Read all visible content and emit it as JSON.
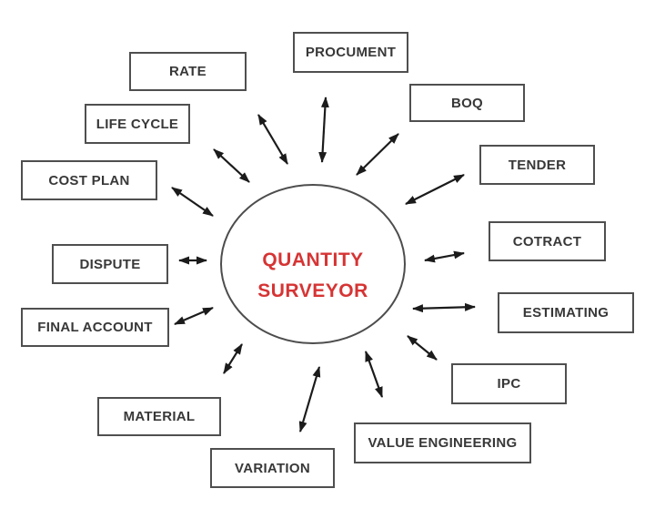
{
  "diagram": {
    "center": {
      "line1": "QUANTITY",
      "line2": "SURVEYOR"
    },
    "nodes": [
      {
        "label": "RATE"
      },
      {
        "label": "PROCUMENT"
      },
      {
        "label": "BOQ"
      },
      {
        "label": "TENDER"
      },
      {
        "label": "COTRACT"
      },
      {
        "label": "ESTIMATING"
      },
      {
        "label": "IPC"
      },
      {
        "label": "VALUE ENGINEERING"
      },
      {
        "label": "VARIATION"
      },
      {
        "label": "MATERIAL"
      },
      {
        "label": "FINAL ACCOUNT"
      },
      {
        "label": "DISPUTE"
      },
      {
        "label": "COST PLAN"
      },
      {
        "label": "LIFE CYCLE"
      }
    ],
    "colors": {
      "center_text": "#d63434",
      "box_border": "#4f4f4f",
      "box_text": "#383838",
      "arrow": "#1b1b1b",
      "ellipse_stroke": "#4d4d4d",
      "background": "#ffffff"
    }
  }
}
